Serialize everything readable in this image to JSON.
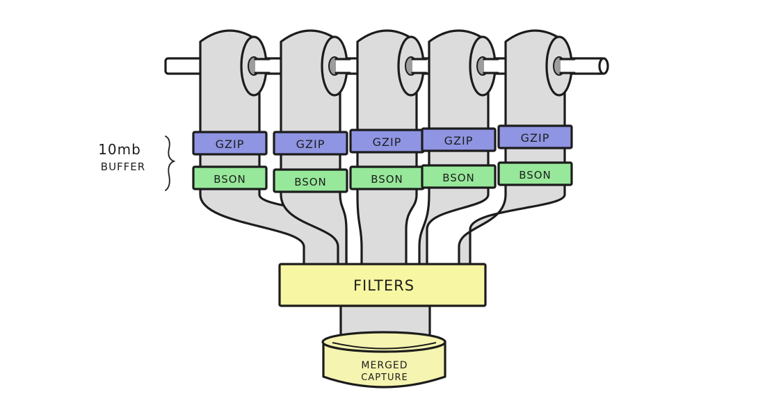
{
  "buffer": {
    "size": "10mb",
    "label": "BUFFER"
  },
  "rolls": [
    {
      "compression": "GZIP",
      "encoding": "BSON"
    },
    {
      "compression": "GZIP",
      "encoding": "BSON"
    },
    {
      "compression": "GZIP",
      "encoding": "BSON"
    },
    {
      "compression": "GZIP",
      "encoding": "BSON"
    },
    {
      "compression": "GZIP",
      "encoding": "BSON"
    }
  ],
  "filters": {
    "label": "FILTERS"
  },
  "output": {
    "line1": "MERGED",
    "line2": "CAPTURE"
  },
  "colors": {
    "paper": "#dcdcdc",
    "core": "#9d9d9d",
    "gzip": "#8f95e2",
    "bson": "#97e89a",
    "filters": "#f7f6a2",
    "merged": "#f5f4b0",
    "ink": "#1c1c1c"
  }
}
